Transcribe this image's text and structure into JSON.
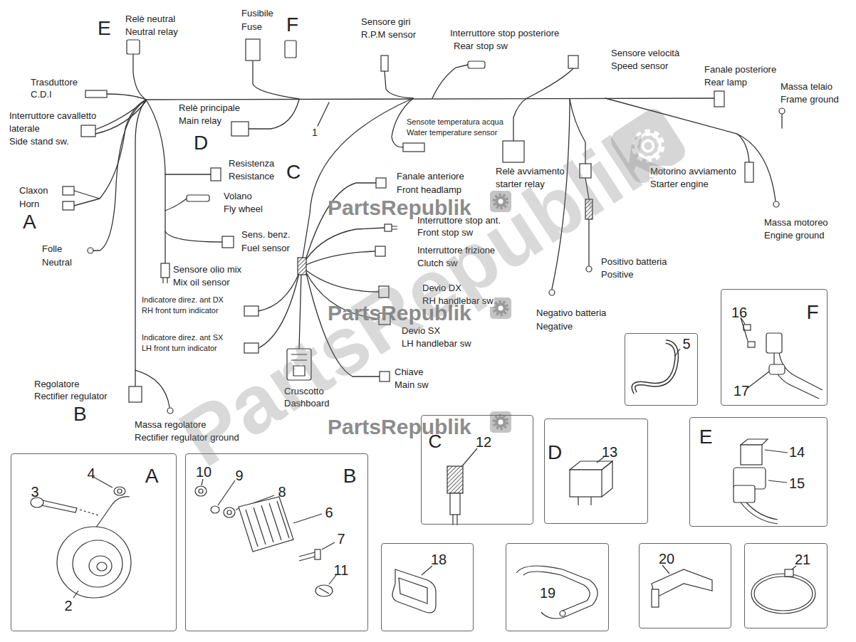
{
  "diagram": {
    "nodes": [
      {
        "text": [
          "F",
          "16",
          "17"
        ]
      },
      {
        "text": [
          "5"
        ]
      },
      {
        "text": [
          "C",
          "12"
        ]
      },
      {
        "text": [
          "D",
          "13"
        ]
      },
      {
        "text": [
          "E",
          "14",
          "15"
        ]
      },
      {
        "text": [
          "A",
          "4",
          "3",
          "2"
        ]
      },
      {
        "text": [
          "B",
          "10",
          "9",
          "8",
          "6",
          "7",
          "11"
        ]
      },
      {
        "text": [
          "18"
        ]
      },
      {
        "text": [
          "19"
        ]
      },
      {
        "text": [
          "20"
        ]
      },
      {
        "text": [
          "21"
        ]
      }
    ],
    "labels": [
      "E",
      "Relè neutral",
      "Neutral relay",
      "Fusibile",
      "Fuse",
      "F",
      "Sensore giri",
      "R.P.M sensor",
      "Interruttore stop posteriore",
      "Rear stop sw",
      "Sensore velocità",
      "Speed sensor",
      "Fanale posteriore",
      "Rear lamp",
      "Trasduttore",
      "C.D.I",
      "Massa telaio",
      "Frame ground",
      "Relè principale",
      "Main relay",
      "Interruttore cavalletto",
      "laterale",
      "Side stand sw.",
      "1",
      "Sensote temperatura acqua",
      "Water temperature sensor",
      "D",
      "Resistenza",
      "Resistance",
      "C",
      "Relè avviamento",
      "starter relay",
      "Motorino avviamento",
      "Starter engine",
      "Fanale anteriore",
      "Front headlamp",
      "Claxon",
      "Horn",
      "Volano",
      "Fly wheel",
      "PartsRepublik",
      "Interruttore stop ant.",
      "Front stop sw",
      "A",
      "Massa motoreo",
      "Engine ground",
      "Sens. benz.",
      "Fuel sensor",
      "Interruttore frizione",
      "Clutch sw",
      "Folle",
      "Neutral",
      "Positivo batteria",
      "Positive",
      "Sensore olio mix",
      "Mix oil sensor",
      "Devio DX",
      "RH handlebar sw",
      "Indicatore direz. ant DX",
      "RH front turn indicator",
      "PartsRepublik",
      "Negativo batteria",
      "Negative",
      "Devio SX",
      "LH handlebar sw",
      "Indicatore direz. ant SX",
      "LH front turn indicator",
      "Chiave",
      "Main sw",
      "Regolatore",
      "Rectifier regulator",
      "Cruscotto",
      "Dashboard",
      "B",
      "Massa regolatore",
      "Rectifier regulator ground",
      "PartsRepublik",
      "PartsRepublik"
    ]
  }
}
